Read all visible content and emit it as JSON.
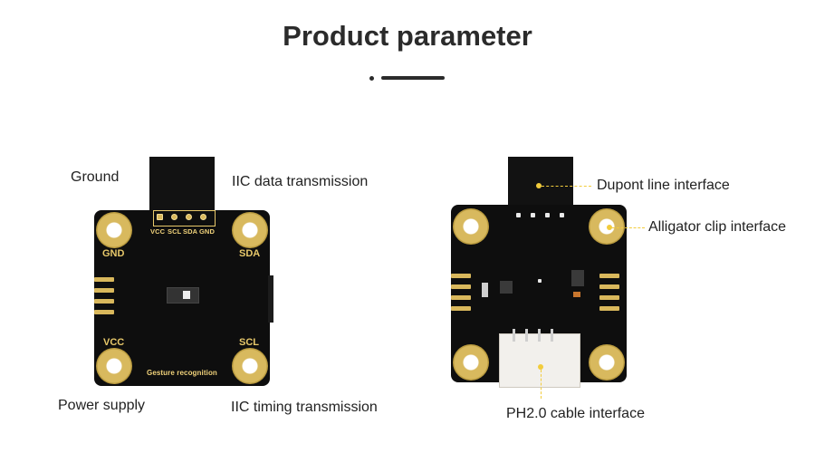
{
  "header": {
    "title": "Product parameter"
  },
  "left_board": {
    "labels": {
      "ground": "Ground",
      "iic_data": "IIC data transmission",
      "power": "Power supply",
      "iic_timing": "IIC timing transmission"
    },
    "silkscreen": {
      "gnd": "GND",
      "sda": "SDA",
      "vcc": "VCC",
      "scl": "SCL",
      "pin_vcc": "VCC",
      "pin_scl": "SCL",
      "pin_sda": "SDA",
      "pin_gnd": "GND",
      "module_name": "Gesture recognition"
    }
  },
  "right_board": {
    "labels": {
      "dupont": "Dupont line interface",
      "alligator": "Alligator clip interface",
      "ph20": "PH2.0 cable interface"
    }
  },
  "colors": {
    "board": "#0e0e0e",
    "gold": "#d8b95e",
    "marker": "#f2cc3c"
  }
}
